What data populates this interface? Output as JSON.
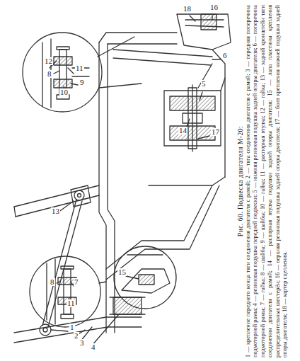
{
  "diagram": {
    "title": "Рис. 60. Подвеска двигателя М-20:",
    "caption": "1 — крепление переднего конца тяги соединения двигателя с рамой; 2 — тяга соединения двигателя с рамой; 3 — передняя поперечина подмоторной рамы; 4 — резиновая подушка передней подвески; 5 — нижняя резиновая подушка задней опоры двигателя; 6 — поперечина подмоторной рамы; 7 — гайка; 8 — шайба; 9 — шайбы; 10 — гайка; 11 — распорная втулка; 12 — гайка; 13 — задний кронштейн тяги соединения двигателя с рамой; 14 — распорная втулка подушки задней опоры двигателя; 15 — лапа пластины крепления распределительных шестерён; 16 — верхняя резиновая подушка задней опоры двигателя; 17 — болт крепления нижней подушки задней опоры двигателя; 18 — картер сцепления.",
    "labels": [
      "18",
      "16",
      "6",
      "12",
      "11",
      "8",
      "10",
      "9",
      "5",
      "14",
      "17",
      "13",
      "15",
      "8",
      "7",
      "11",
      "1",
      "2",
      "3",
      "4"
    ]
  }
}
